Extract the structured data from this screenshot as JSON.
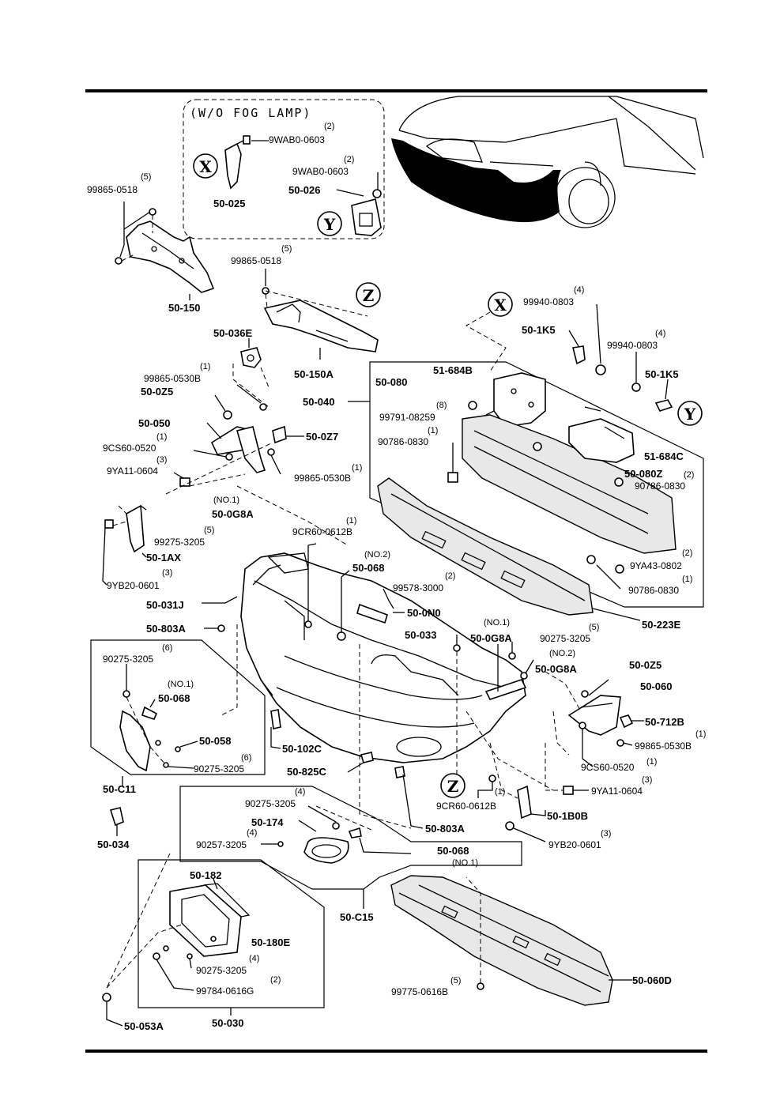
{
  "title": "(W/O FOG LAMP)",
  "markers": {
    "x": "X",
    "y": "Y",
    "z": "Z"
  },
  "labels": {
    "l9wab0_0603_a": "9WAB0-0603",
    "q9wab0_0603_a": "(2)",
    "l9wab0_0603_b": "9WAB0-0603",
    "q9wab0_0603_b": "(2)",
    "l50_025": "50-025",
    "l50_026": "50-026",
    "l99865_0518_a": "99865-0518",
    "q99865_0518_a": "(5)",
    "l50_150": "50-150",
    "l99865_0518_b": "99865-0518",
    "q99865_0518_b": "(5)",
    "l50_036e": "50-036E",
    "l50_150a": "50-150A",
    "l99940_0803_a": "99940-0803",
    "q99940_0803_a": "(4)",
    "l50_1k5_a": "50-1K5",
    "l99940_0803_b": "99940-0803",
    "q99940_0803_b": "(4)",
    "l50_1k5_b": "50-1K5",
    "l99865_0530b_a": "99865-0530B",
    "q99865_0530b_a": "(1)",
    "l50_0z5_a": "50-0Z5",
    "l50_040": "50-040",
    "l50_080": "50-080",
    "l51_684b": "51-684B",
    "l99791_08259": "99791-08259",
    "q99791_08259": "(8)",
    "l90786_0830_a": "90786-0830",
    "q90786_0830_a": "(1)",
    "l50_050": "50-050",
    "l9cs60_0520_a": "9CS60-0520",
    "q9cs60_0520_a": "(1)",
    "l50_0z7": "50-0Z7",
    "l9ya11_0604_a": "9YA11-0604",
    "q9ya11_0604_a": "(3)",
    "l99865_0530b_b": "99865-0530B",
    "q99865_0530b_b": "(1)",
    "l51_684c": "51-684C",
    "l50_080z": "50-080Z",
    "q50_080z": "(2)",
    "l90786_0830_b": "90786-0830",
    "l50_0g8a_a": "50-0G8A",
    "q50_0g8a_a": "(NO.1)",
    "l9cr60_0612b_a": "9CR60-0612B",
    "q9cr60_0612b_a": "(1)",
    "l99275_3205": "99275-3205",
    "q99275_3205": "(5)",
    "l50_1ax": "50-1AX",
    "q9yb20_0601_a": "(3)",
    "l9yb20_0601_a": "9YB20-0601",
    "l50_068_a": "50-068",
    "q50_068_a": "(NO.2)",
    "l99578_3000": "99578-3000",
    "q99578_3000": "(2)",
    "l50_0n0": "50-0N0",
    "l9ya43_0802": "9YA43-0802",
    "q9ya43_0802": "(2)",
    "l90786_0830_c": "90786-0830",
    "q90786_0830_c": "(1)",
    "l50_031j": "50-031J",
    "l50_223e": "50-223E",
    "l50_803a_a": "50-803A",
    "l50_033": "50-033",
    "l50_0g8a_b": "50-0G8A",
    "q50_0g8a_b": "(NO.1)",
    "l90275_3205_a": "90275-3205",
    "q90275_3205_a": "(5)",
    "l50_0g8a_c": "50-0G8A",
    "q50_0g8a_c": "(NO.2)",
    "l50_0z5_b": "50-0Z5",
    "l50_060": "50-060",
    "l90275_3205_b": "90275-3205",
    "q90275_3205_b": "(6)",
    "l50_068_b": "50-068",
    "q50_068_b": "(NO.1)",
    "l50_058": "50-058",
    "l90275_3205_c": "90275-3205",
    "q90275_3205_c": "(6)",
    "l50_102c": "50-102C",
    "l50_712b": "50-712B",
    "l99865_0530b_c": "99865-0530B",
    "q99865_0530b_c": "(1)",
    "l9cs60_0520_b": "9CS60-0520",
    "q9cs60_0520_b": "(1)",
    "l50_825c": "50-825C",
    "l9ya11_0604_b": "9YA11-0604",
    "q9ya11_0604_b": "(3)",
    "l50_c11": "50-C11",
    "l9cr60_0612b_b": "9CR60-0612B",
    "q9cr60_0612b_b": "(1)",
    "l50_1b0b": "50-1B0B",
    "l50_034": "50-034",
    "l90275_3205_d": "90275-3205",
    "q90275_3205_d": "(4)",
    "l50_174": "50-174",
    "l50_803a_b": "50-803A",
    "l90257_3205": "90257-3205",
    "q90257_3205": "(4)",
    "l50_068_c": "50-068",
    "q50_068_c": "(NO.1)",
    "l9yb20_0601_b": "9YB20-0601",
    "q9yb20_0601_b": "(3)",
    "l50_182": "50-182",
    "l50_c15": "50-C15",
    "l50_180e": "50-180E",
    "l90275_3205_e": "90275-3205",
    "q90275_3205_e": "(4)",
    "l99784_0616g": "99784-0616G",
    "q99784_0616g": "(2)",
    "l50_060d": "50-060D",
    "l99775_0616b": "99775-0616B",
    "q99775_0616b": "(5)",
    "l50_053a": "50-053A",
    "l50_030": "50-030"
  }
}
